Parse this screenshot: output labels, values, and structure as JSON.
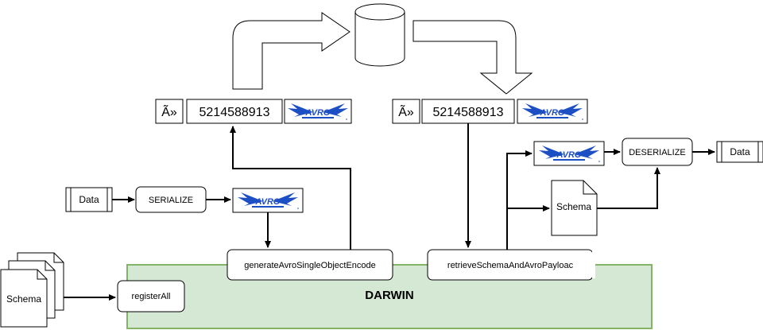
{
  "darwin_label": "DARWIN",
  "left_frame": {
    "magic": "Ã»",
    "fingerprint": "5214588913"
  },
  "right_frame": {
    "magic": "Ã»",
    "fingerprint": "5214588913"
  },
  "avro_logo_text": "AVRO",
  "nodes": {
    "data_in": "Data",
    "serialize": "SERIALIZE",
    "encode": "generateAvroSingleObjectEncode",
    "retrieve": "retrieveSchemaAndAvroPayloac",
    "deserialize": "DESERIALIZE",
    "data_out": "Data",
    "schema_doc": "Schema",
    "schema_stack": "Schema",
    "register_all": "registerAll"
  },
  "colors": {
    "darwin_fill": "#d5e8d4",
    "darwin_stroke": "#82b366",
    "avro_blue": "#1d4fc4"
  }
}
